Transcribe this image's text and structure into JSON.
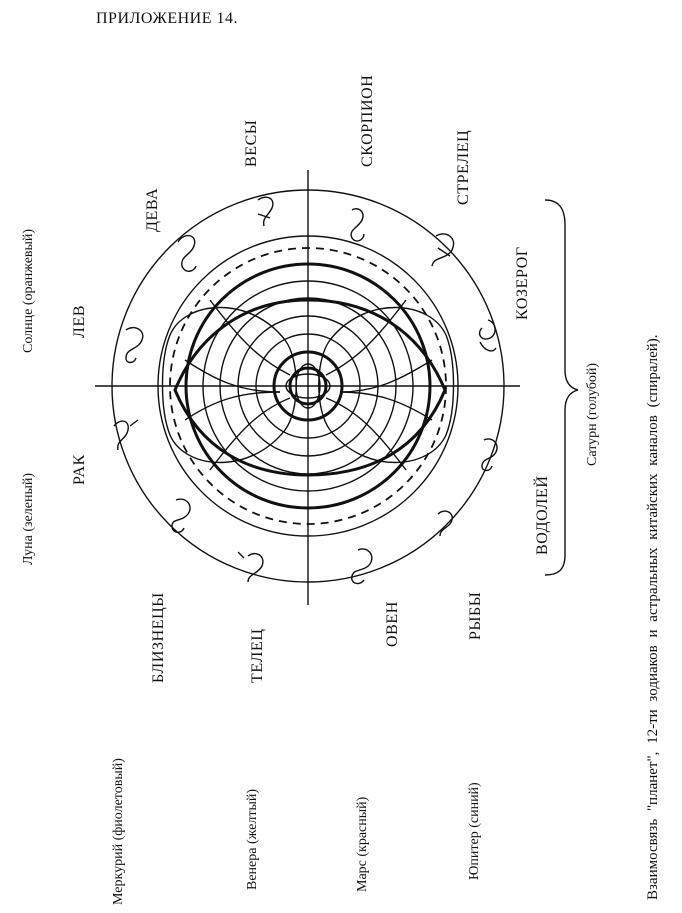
{
  "header": {
    "title": "ПРИЛОЖЕНИЕ 14."
  },
  "zodiac": {
    "aries": "ОВЕН",
    "taurus": "ТЕЛЕЦ",
    "gemini": "БЛИЗНЕЦЫ",
    "cancer": "РАК",
    "leo": "ЛЕВ",
    "virgo": "ДЕВА",
    "libra": "ВЕСЫ",
    "scorpio": "СКОРПИОН",
    "sagittarius": "СТРЕЛЕЦ",
    "capricorn": "КОЗЕРОГ",
    "aquarius": "ВОДОЛЕЙ",
    "pisces": "РЫБЫ"
  },
  "planets": {
    "sun": "Солнце (оранжевый)",
    "moon": "Луна (зеленый)",
    "mercury": "Меркурий (фиолетовый)",
    "venus": "Венера (желтый)",
    "mars": "Марс (красный)",
    "jupiter": "Юпитер (синий)",
    "saturn": "Сатурн (голубой)"
  },
  "caption": "Взаимосвязь \"планет\", 12-ти зодиаков и астральных китайских каналов (спиралей)."
}
